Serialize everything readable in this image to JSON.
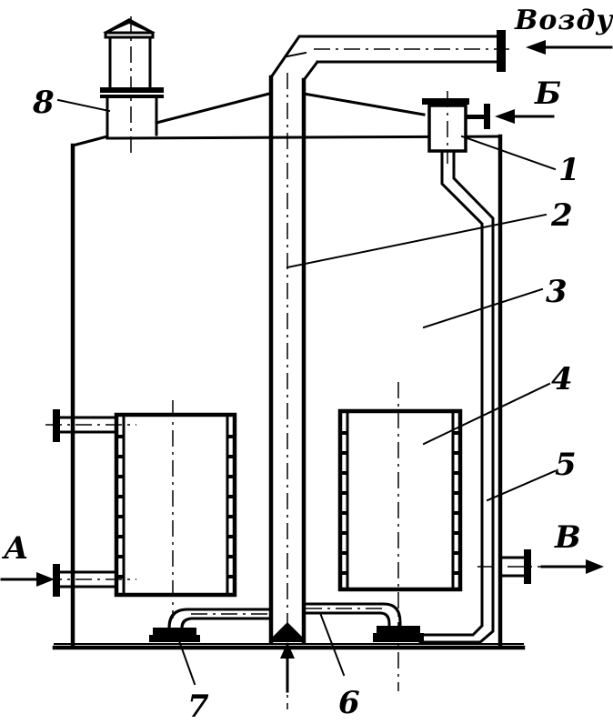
{
  "labels": {
    "n1": "1",
    "n2": "2",
    "n3": "3",
    "n4": "4",
    "n5": "5",
    "n6": "6",
    "n7": "7",
    "n8": "8",
    "air": "Воздух",
    "A": "А",
    "B_in": "Б",
    "V_out": "В"
  },
  "colors": {
    "ink": "#000000",
    "paper": "#ffffff"
  }
}
